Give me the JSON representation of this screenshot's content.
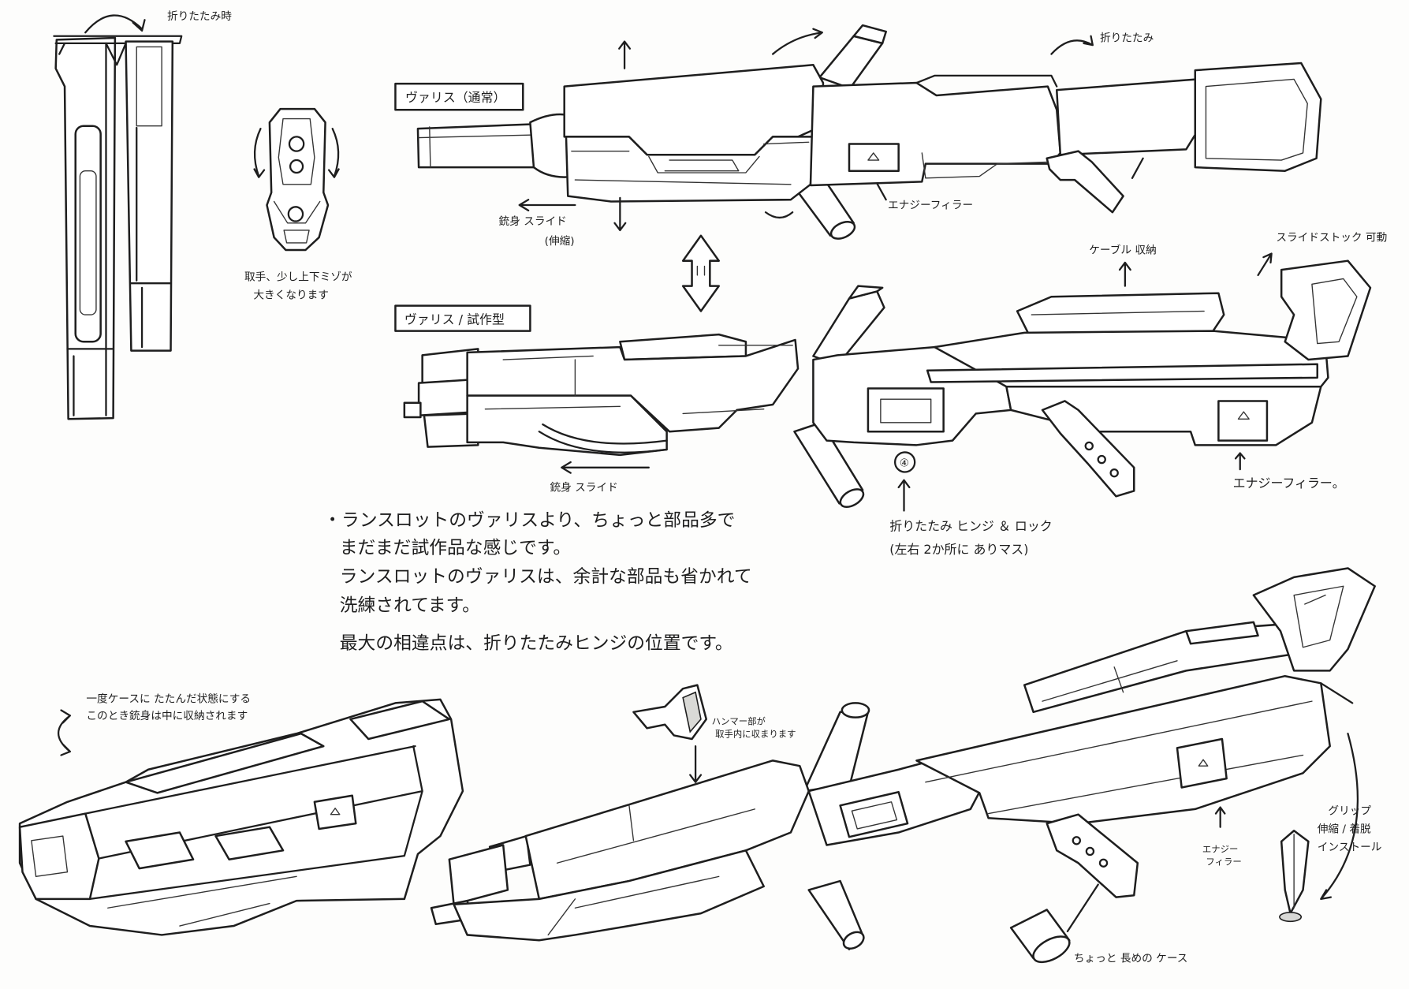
{
  "top_left": {
    "folded_label": "折りたたみ時"
  },
  "grip_sketch": {
    "note_line1": "取手、少し上下ミゾが",
    "note_line2": "大きくなります"
  },
  "standard": {
    "title": "ヴァリス（通常）",
    "barrel_line1": "銃身 スライド",
    "barrel_line2": "(伸縮)",
    "filler": "エナジーフィラー",
    "stock": "折りたたみ"
  },
  "prototype": {
    "title": "ヴァリス / 試作型",
    "cable": "ケーブル 収納",
    "stock": "スライドストック 可動",
    "barrel": "銃身 スライド",
    "hinge_marker": "④",
    "hinge_line1": "折りたたみ ヒンジ ＆ ロック",
    "hinge_line2": "(左右 2か所に ありマス)",
    "filler": "エナジーフィラー。"
  },
  "main_note": {
    "line1": "・ランスロットのヴァリスより、ちょっと部品多で",
    "line2": "まだまだ試作品な感じです。",
    "line3": "ランスロットのヴァリスは、余計な部品も省かれて",
    "line4": "洗練されてます。",
    "line5": "最大の相違点は、折りたたみヒンジの位置です。"
  },
  "folded_perspective": {
    "note_line1": "一度ケースに たたんだ状態にする",
    "note_line2": "このとき銃身は中に収納されます"
  },
  "perspective": {
    "hammer_line1": "ハンマー部が",
    "hammer_line2": "取手内に収まります",
    "grip_line1": "グリップ",
    "grip_line2": "伸縮 / 着脱",
    "grip_line3": "インストール",
    "filler_line1": "エナジー",
    "filler_line2": "フィラー",
    "case_note": "ちょっと 長めの ケース"
  },
  "colors": {
    "pencil": "#1e1e1e",
    "paper": "#fdfdfc"
  }
}
